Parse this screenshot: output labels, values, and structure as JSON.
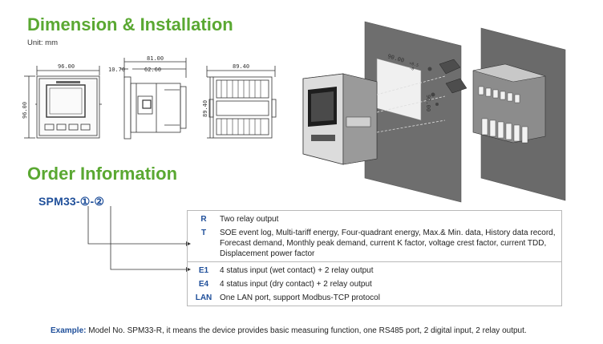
{
  "dimension": {
    "title": "Dimension & Installation",
    "unit": "Unit: mm",
    "front": {
      "width": "96.00",
      "height": "96.00"
    },
    "side": {
      "bezel": "10.70",
      "total": "81.00",
      "body": "62.60"
    },
    "back": {
      "width": "89.40",
      "height": "89.40"
    },
    "panel": {
      "cutout_w": "90.00",
      "cutout_h": "90.00",
      "tol": "+0.5",
      "tol2": "-0"
    }
  },
  "order": {
    "title": "Order Information",
    "model_prefix": "SPM33-",
    "opt1": "①",
    "sep": "-",
    "opt2": "②",
    "groups": [
      {
        "items": [
          {
            "code": "R",
            "desc": "Two relay output"
          },
          {
            "code": "T",
            "desc": "SOE event log, Multi-tariff energy, Four-quadrant energy, Max.& Min. data, History data record, Forecast demand, Monthly peak demand, current K factor, voltage crest factor, current TDD, Displacement power factor"
          }
        ]
      },
      {
        "items": [
          {
            "code": "E1",
            "desc": "4 status input (wet contact) + 2 relay output"
          },
          {
            "code": "E4",
            "desc": "4 status input (dry contact) + 2 relay output"
          },
          {
            "code": "LAN",
            "desc": "One LAN port, support Modbus-TCP protocol"
          }
        ]
      }
    ],
    "example_label": "Example:",
    "example_text": " Model No. SPM33-R, it means the device provides basic measuring function, one RS485 port, 2 digital input, 2 relay output."
  }
}
